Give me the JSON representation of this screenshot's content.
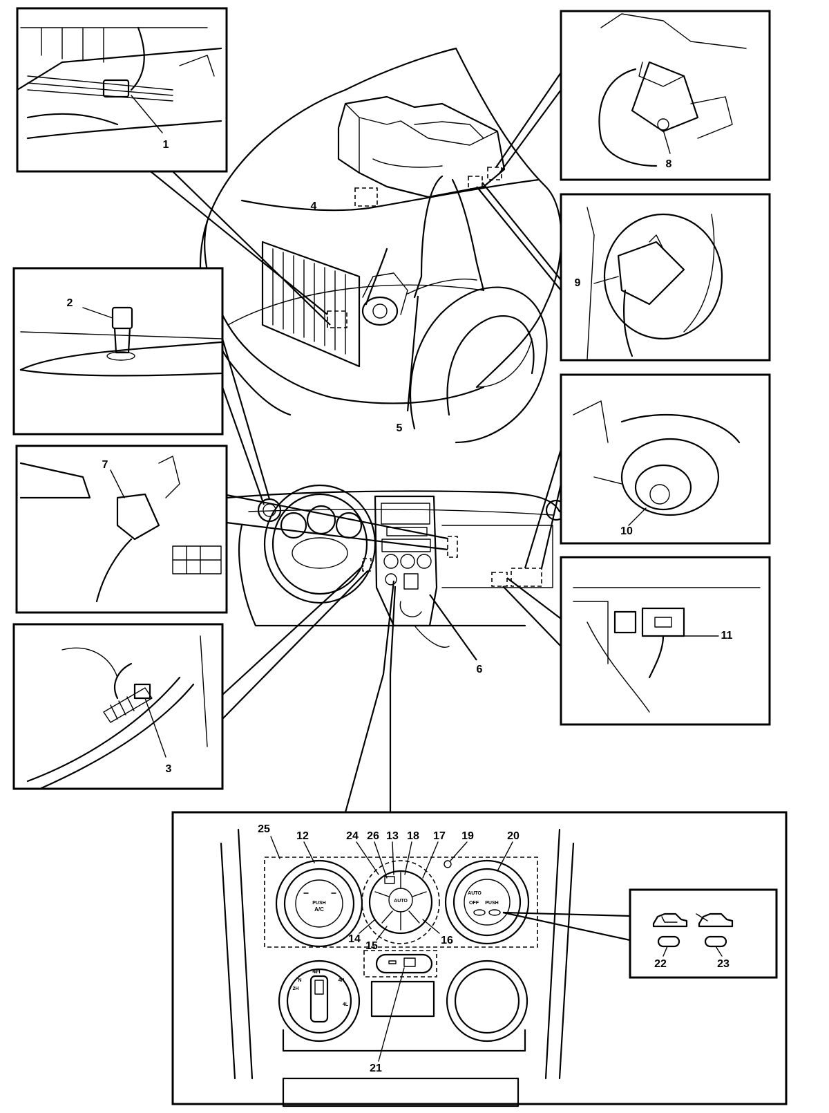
{
  "callouts": [
    {
      "id": "c1",
      "text": "1"
    },
    {
      "id": "c2",
      "text": "2"
    },
    {
      "id": "c3",
      "text": "3"
    },
    {
      "id": "c4",
      "text": "4"
    },
    {
      "id": "c5",
      "text": "5"
    },
    {
      "id": "c6",
      "text": "6"
    },
    {
      "id": "c7",
      "text": "7"
    },
    {
      "id": "c8",
      "text": "8"
    },
    {
      "id": "c9",
      "text": "9"
    },
    {
      "id": "c10",
      "text": "10"
    },
    {
      "id": "c11",
      "text": "11"
    },
    {
      "id": "c12",
      "text": "12"
    },
    {
      "id": "c13",
      "text": "13"
    },
    {
      "id": "c14",
      "text": "14"
    },
    {
      "id": "c15",
      "text": "15"
    },
    {
      "id": "c16",
      "text": "16"
    },
    {
      "id": "c17",
      "text": "17"
    },
    {
      "id": "c18",
      "text": "18"
    },
    {
      "id": "c19",
      "text": "19"
    },
    {
      "id": "c20",
      "text": "20"
    },
    {
      "id": "c21",
      "text": "21"
    },
    {
      "id": "c22",
      "text": "22"
    },
    {
      "id": "c23",
      "text": "23"
    },
    {
      "id": "c24",
      "text": "24"
    },
    {
      "id": "c25",
      "text": "25"
    },
    {
      "id": "c26",
      "text": "26"
    }
  ],
  "panel_text": {
    "ac_push": "PUSH",
    "ac_label": "A/C",
    "auto": "AUTO",
    "auto_right": "AUTO",
    "off": "OFF",
    "push_right": "PUSH",
    "transfer_2h": "2H",
    "transfer_n": "N",
    "transfer_4h": "4H",
    "transfer_4h_lock": "4H",
    "transfer_4l": "4L"
  }
}
